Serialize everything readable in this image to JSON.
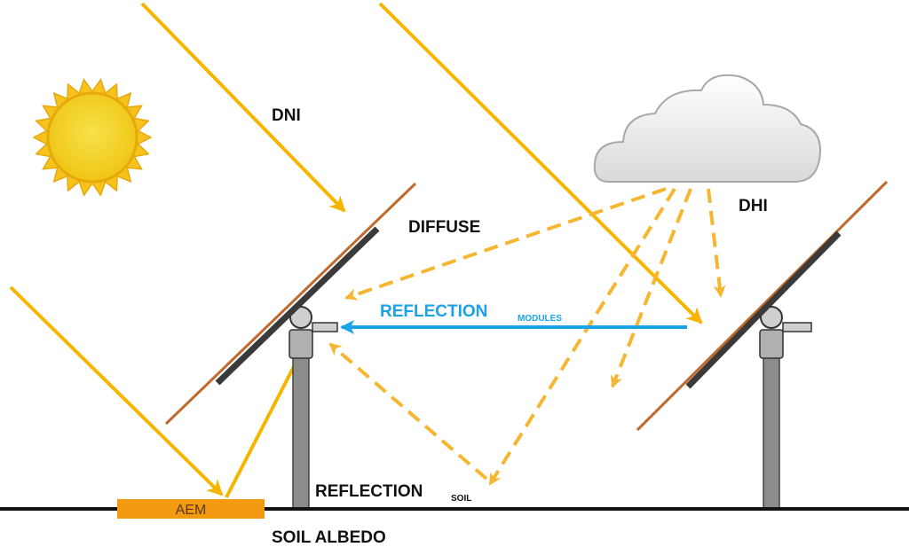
{
  "labels": {
    "dni": "DNI",
    "diffuse": "DIFFUSE",
    "dhi": "DHI",
    "reflection_modules": "REFLECTION",
    "reflection_modules_sub": "MODULES",
    "reflection_soil": "REFLECTION",
    "reflection_soil_sub": "SOIL",
    "soil_albedo": "SOIL ALBEDO",
    "aem": "AEM"
  },
  "icons": [
    "sun-icon",
    "cloud-icon"
  ],
  "colors": {
    "sun_ray": "#f7b500",
    "diffuse_dash": "#f5b731",
    "module_reflection": "#1aa3e8",
    "panel_edge": "#c0692b",
    "panel_face": "#3a3a3a",
    "post": "#8c8c8c",
    "ground": "#111111",
    "aem_pad": "#f39a10",
    "sun_outer": "#f7c21b",
    "sun_inner": "#f2d41f",
    "cloud_fill": "#e8e8e8"
  }
}
